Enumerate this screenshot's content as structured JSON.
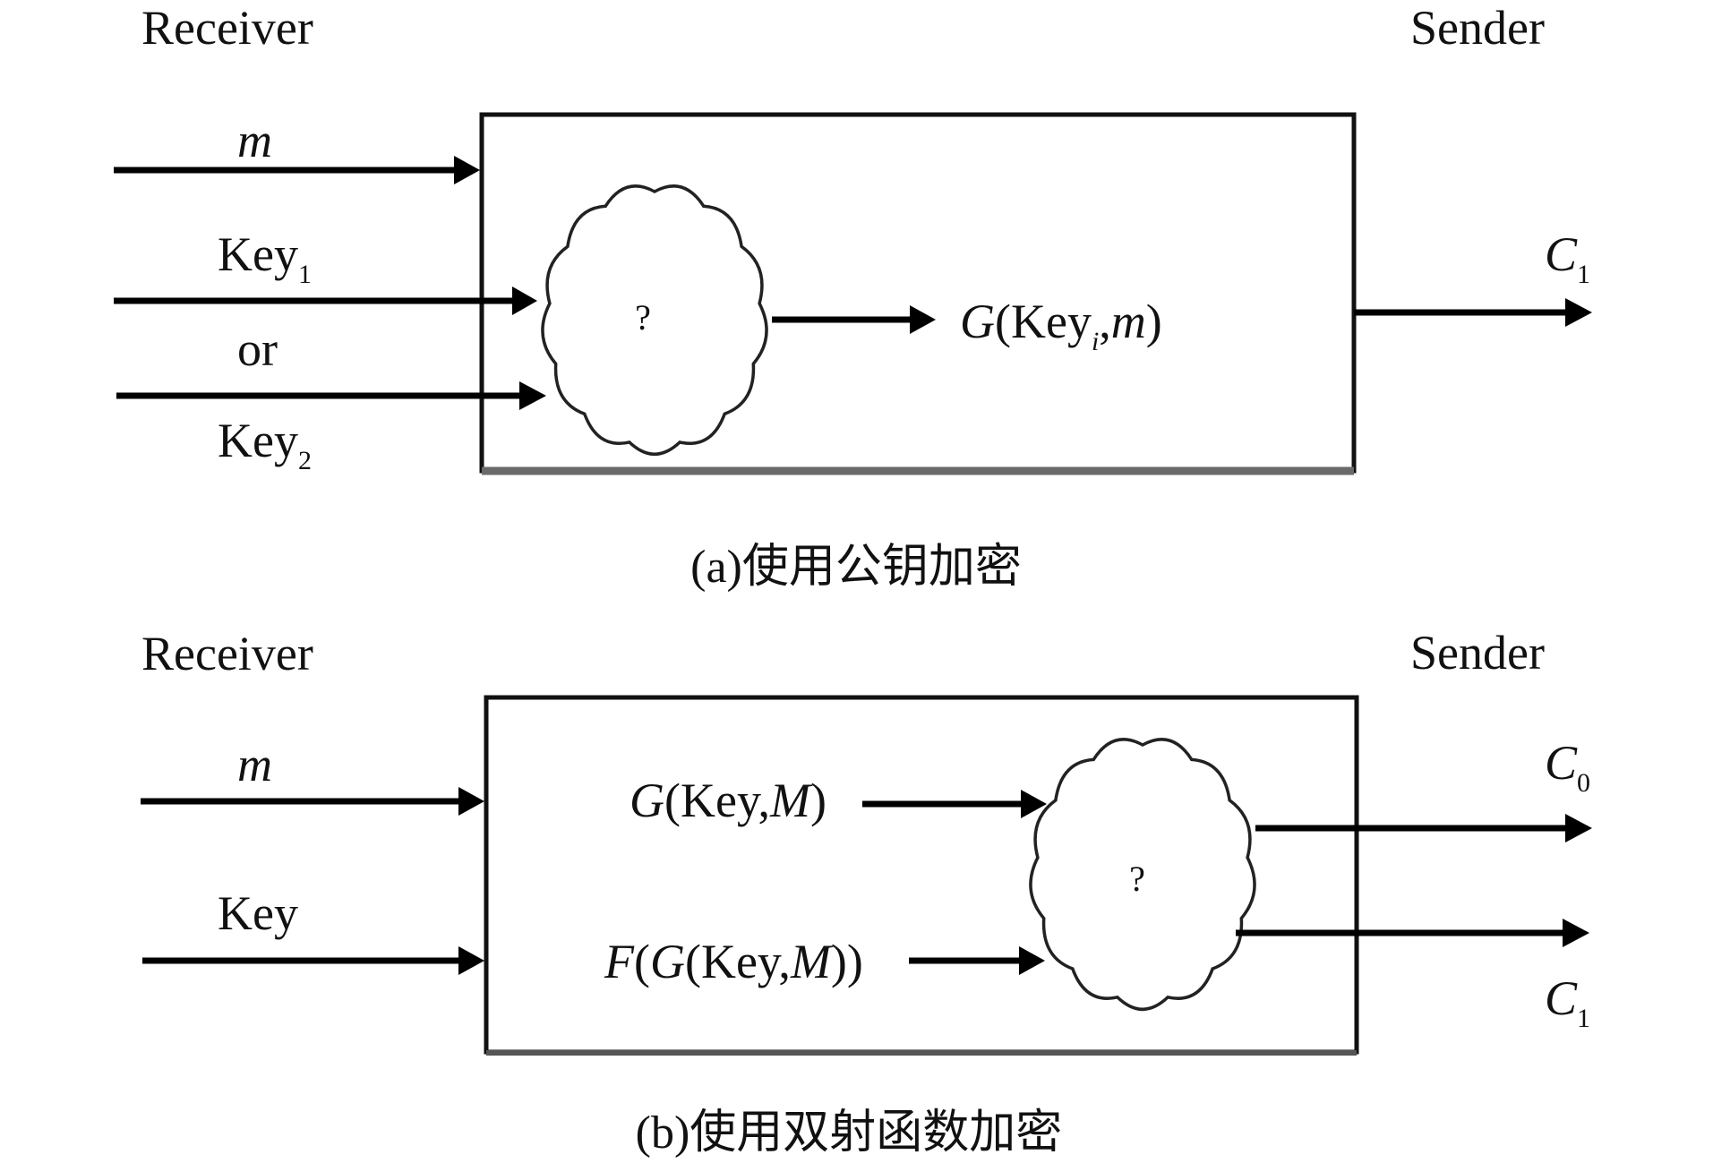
{
  "panel_a": {
    "receiver_label": "Receiver",
    "sender_label": "Sender",
    "inputs": {
      "m": "m",
      "key1": "Key",
      "key1_sub": "1",
      "or": "or",
      "key2": "Key",
      "key2_sub": "2"
    },
    "process": {
      "unknown": "?",
      "output_G": "G",
      "output_open": "(Key",
      "output_sub": "i",
      "output_rest": ",",
      "output_m": "m",
      "output_close": ")"
    },
    "outputs": {
      "c1": "C",
      "c1_sub": "1"
    },
    "caption": "(a)使用公钥加密"
  },
  "panel_b": {
    "receiver_label": "Receiver",
    "sender_label": "Sender",
    "inputs": {
      "m": "m",
      "key": "Key"
    },
    "process": {
      "g_expr_G": "G",
      "g_expr_open": "(Key,",
      "g_expr_M": "M",
      "g_expr_close": ")",
      "f_expr_F": "F",
      "f_expr_open1": "(",
      "f_expr_G": "G",
      "f_expr_open2": "(Key,",
      "f_expr_M": "M",
      "f_expr_close": "))",
      "unknown": "?"
    },
    "outputs": {
      "c0": "C",
      "c0_sub": "0",
      "c1": "C",
      "c1_sub": "1"
    },
    "caption": "(b)使用双射函数加密"
  }
}
